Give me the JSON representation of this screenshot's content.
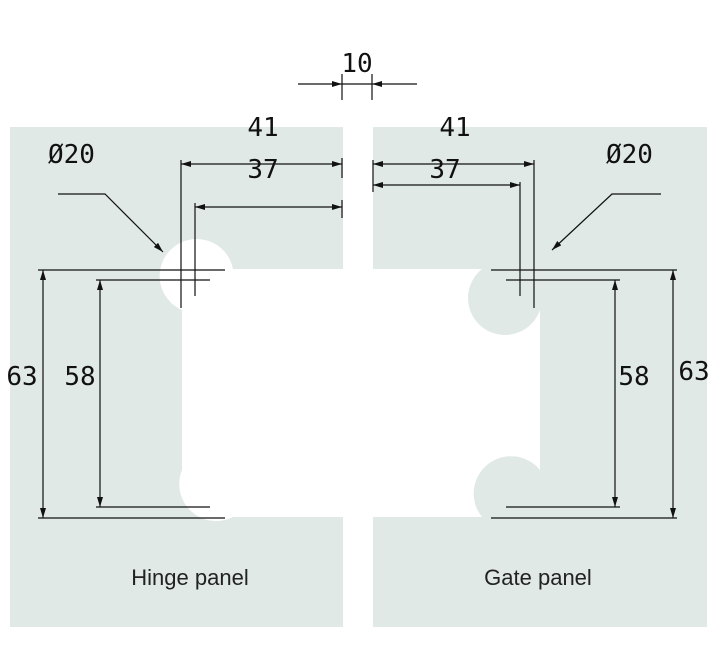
{
  "colors": {
    "panel": "#e0e9e6",
    "line": "#111111"
  },
  "gap": {
    "value": "10"
  },
  "hinge_panel": {
    "label": "Hinge panel",
    "width_outer": "41",
    "width_inner": "37",
    "hole_diameter": "Ø20",
    "height_outer": "63",
    "height_inner": "58"
  },
  "gate_panel": {
    "label": "Gate panel",
    "width_outer": "41",
    "width_inner": "37",
    "hole_diameter": "Ø20",
    "height_outer": "63",
    "height_inner": "58"
  }
}
